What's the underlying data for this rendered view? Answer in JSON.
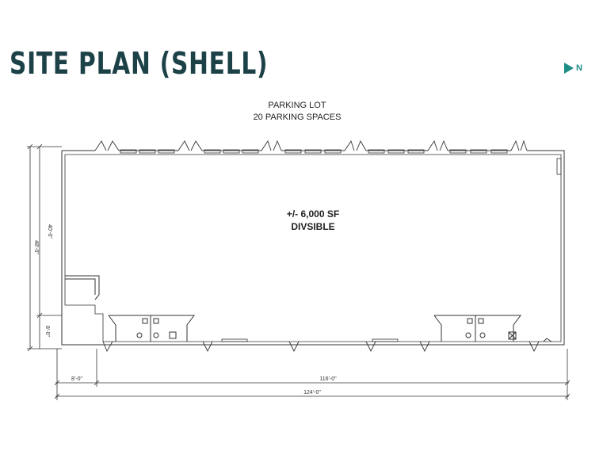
{
  "title": "SITE PLAN (SHELL)",
  "north": {
    "icon": "north-arrow-icon",
    "letter": "N",
    "color": "#1f8d87"
  },
  "parking": {
    "line1": "PARKING LOT",
    "line2": "20 PARKING SPACES"
  },
  "space": {
    "area": "+/- 6,000 SF",
    "note": "DIVSIBLE"
  },
  "dimensions": {
    "depth_front": "40'-0\"",
    "depth_total": "48'-0\"",
    "depth_rear": "8'-0\"",
    "width_side": "8'-0\"",
    "width_main": "116'-0\"",
    "width_total": "124'-0\""
  },
  "colors": {
    "title": "#1c4248",
    "accent": "#1f8d87",
    "lines": "#333333"
  }
}
